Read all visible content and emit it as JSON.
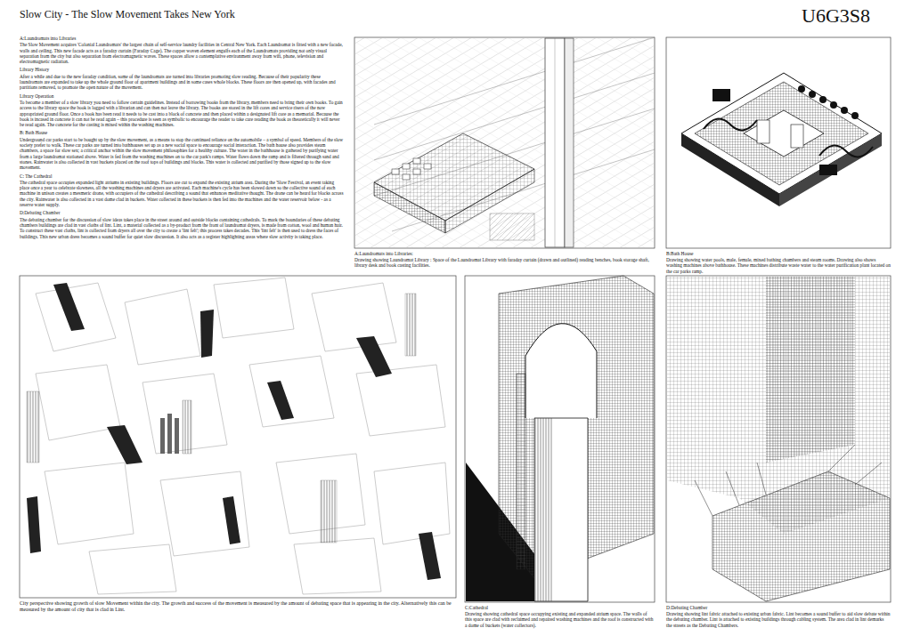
{
  "diagram": {
    "title": "Slow City - The Slow Movement Takes New York",
    "labels": [
      "U6G3S8",
      "A:Laundromats into Libraries",
      "The Slow Movement acquires 'Colonial Laundromats' the largest chain of self-service laundry facilities in Central New York. Each Laundromat is fitted with a new facade, walls and ceiling. This new facade acts as a faraday curtain (Faraday Cage). The copper woven element engulfs each of the Laundromats providing not only visual separation from the city but also separation from electromagnetic waves. These spaces allow a contemplative environment away from wifi, phone, television and electromagnetic radiation.",
      "Library History",
      "After a while and due to the new faraday condition, some of the laundromats are turned into libraries promoting slow reading. Because of their popularity these laundromats are expanded to take up the whole ground floor of apartment buildings and in some cases whole blocks. These floors are then opened up, with facades and partitions removed, to promote the open nature of the movement.",
      "Library Operation",
      "To become a member of a slow library you need to follow certain guidelines. Instead of borrowing books from the library, members need to bring their own books. To gain access to the library space the book is logged with a librarian and can then not leave the library. The books are stored in the lift cores and service risers of the now appropriated ground floor. Once a book has been read it needs to be cast into a block of concrete and then placed within a designated lift core as a memorial. Because the book is incased in concrete it can not be read again – this procedure is seen as symbolic to encourage the reader to take care reading the book as theoretically it will never be read again. The concrete for the casting is mixed within the washing machines.",
      "B: Bath House",
      "Underground car parks start to be bought up by the slow movement, as a means to stop the continued reliance on the automobile – a symbol of speed. Members of the slow society prefer to walk. These car parks are turned into bathhouses set up as a new social space to encourage social interaction. The bath house also provides steam chambers, a space for slow sex; a critical anchor within the slow movement philosophies for a healthy culture. The water in the bathhouse is gathered by purifying water from a large laundromat stationed above. Water is fed from the washing machines on to the car park's ramps. Water flows down the ramp and is filtered through sand and stones. Rainwater is also collected in vast buckets placed on the roof tops of buildings and blocks. This water is collected and purified by those signed up to the slow movement.",
      "C: The Cathedral",
      "The cathedral space occupies expanded light atriums in existing buildings. Floors are cut to expand the existing atrium area. During the 'Slow Festival, an event taking place once a year to celebrate slowness, all the washing machines and dryers are activated. Each machine's cycle has been slowed down so the collective sound of each machine in unison creates a mesmeric drone, with occupiers of the cathedral describing a sound that enhances meditative thought. The drone can be heard for blocks across the city. Rainwater is also collected in a vast dome clad in buckets. Water collected in these buckets is then fed into the machines and the water reservoir below - as a reserve water supply.",
      "D:Debating Chamber",
      "The debating chamber for the discussion of slow ideas takes place in the street around and outside blocks containing cathedrals. To mark the boundaries of these debating chambers buildings are clad in vast cloths of lint. Lint, a material collected as a by-product from the front of laundromat dryers, is made from cotton, wool and human hair. To construct these vast cloths, lint is collected from dryers all over the city to create a 'lint felt'; this process takes decades. This 'lint felt' is then used to dress the faces of buildings. This new urban dress becomes a sound buffer for quiet slow discussion. It also acts as a register highlighting areas where slow activity is taking place.",
      "A:Laundromats into Libraries:",
      "Drawing showing Laundromat Library : Space of the Laundromat Library with faraday curtain (drawn and outlined) reading benches, book storage shaft, library desk and book casting facilities.",
      "B:Bath House",
      "Drawing showing water pools, male, female, mixed bathing chambers and steam rooms. Drawing also shows washing machines above bathhouse. These machines distribute waste water to the water purification plant located on the car parks ramp.",
      "City perspective showing growth of slow Movement within the city. The growth and success of the movement is measured by the amount of debating space that is appearing in the city. Alternatively this can be measured by the amount of city that is clad in Lint.",
      "C:Cathedral",
      "Drawing showing cathedral space occupying existing and expanded atrium space. The walls of this space are clad with reclaimed and repaired washing machines and the roof is constructed with a dome of buckets (water collectors).",
      "D:Debating Chamber",
      "Drawing showing lint fabric attached to existing urban fabric. Lint becomes a sound buffer to aid slow debate within the debating chamber. Lint is attached to existing buildings through cabling system. The area clad in lint demarks the streets as the Debating Chambers."
    ]
  }
}
